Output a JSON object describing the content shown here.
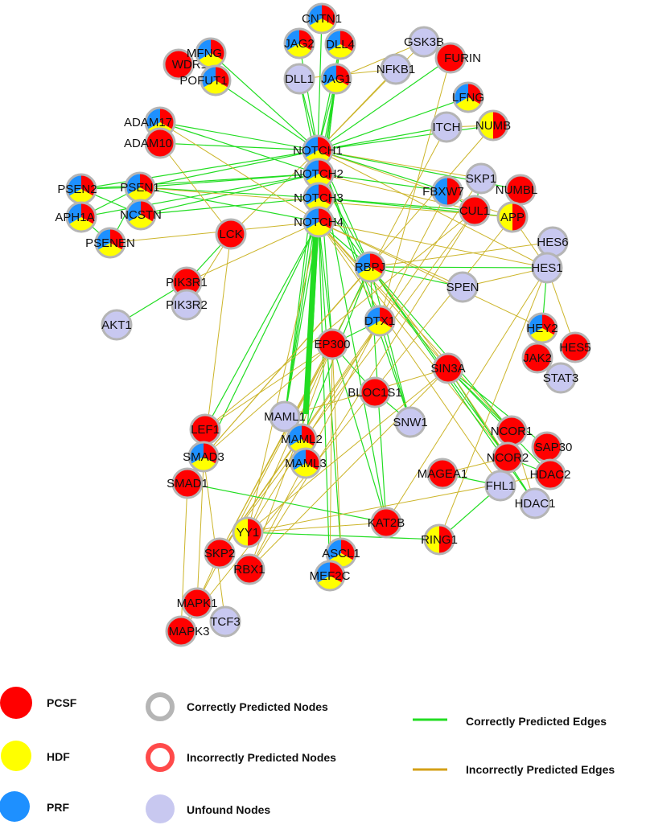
{
  "colors": {
    "pcsf": "#ff0000",
    "hdf": "#ffff00",
    "prf": "#1e90ff",
    "unfound_fill": "#c8c8f0",
    "correct_ring": "#b5b5b5",
    "incorrect_ring": "#ff4a4a",
    "correct_edge": "#22dd22",
    "incorrect_edge": "#ccb52a"
  },
  "legend": {
    "pcsf": "PCSF",
    "hdf": "HDF",
    "prf": "PRF",
    "correct_nodes": "Correctly Predicted Nodes",
    "incorrect_nodes": "Incorrectly Predicted Nodes",
    "unfound_nodes": "Unfound Nodes",
    "correct_edges": "Correctly Predicted Edges",
    "incorrect_edges": "Incorrectly Predicted  Edges"
  },
  "nodes": [
    {
      "id": "CNTN1",
      "fill": [
        "pcsf",
        "hdf",
        "prf"
      ]
    },
    {
      "id": "JAG2",
      "fill": [
        "pcsf",
        "hdf",
        "prf"
      ]
    },
    {
      "id": "DLL4",
      "fill": [
        "pcsf",
        "hdf",
        "prf"
      ]
    },
    {
      "id": "GSK3B",
      "fill": [
        "unfound"
      ]
    },
    {
      "id": "FURIN",
      "fill": [
        "pcsf"
      ]
    },
    {
      "id": "WDR12",
      "fill": [
        "pcsf"
      ]
    },
    {
      "id": "MFNG",
      "fill": [
        "pcsf",
        "hdf",
        "prf"
      ]
    },
    {
      "id": "POFUT1",
      "fill": [
        "pcsf",
        "hdf",
        "prf"
      ]
    },
    {
      "id": "DLL1",
      "fill": [
        "unfound"
      ]
    },
    {
      "id": "JAG1",
      "fill": [
        "pcsf",
        "hdf",
        "prf"
      ]
    },
    {
      "id": "NFKB1",
      "fill": [
        "unfound"
      ]
    },
    {
      "id": "LFNG",
      "fill": [
        "pcsf",
        "hdf",
        "prf"
      ]
    },
    {
      "id": "ITCH",
      "fill": [
        "unfound"
      ]
    },
    {
      "id": "NUMB",
      "fill": [
        "pcsf",
        "hdf"
      ]
    },
    {
      "id": "ADAM17",
      "fill": [
        "pcsf",
        "hdf",
        "prf"
      ]
    },
    {
      "id": "ADAM10",
      "fill": [
        "pcsf"
      ]
    },
    {
      "id": "NOTCH1",
      "fill": [
        "pcsf",
        "hdf",
        "prf"
      ]
    },
    {
      "id": "NOTCH2",
      "fill": [
        "pcsf",
        "hdf",
        "prf"
      ]
    },
    {
      "id": "NOTCH3",
      "fill": [
        "pcsf",
        "hdf",
        "prf"
      ]
    },
    {
      "id": "NOTCH4",
      "fill": [
        "pcsf",
        "hdf",
        "prf"
      ]
    },
    {
      "id": "PSEN2",
      "fill": [
        "pcsf",
        "hdf",
        "prf"
      ]
    },
    {
      "id": "PSEN1",
      "fill": [
        "pcsf",
        "hdf",
        "prf"
      ]
    },
    {
      "id": "APH1A",
      "fill": [
        "pcsf",
        "hdf",
        "prf"
      ]
    },
    {
      "id": "NCSTN",
      "fill": [
        "pcsf",
        "hdf",
        "prf"
      ]
    },
    {
      "id": "PSENEN",
      "fill": [
        "pcsf",
        "hdf",
        "prf"
      ]
    },
    {
      "id": "FBXW7",
      "fill": [
        "pcsf",
        "prf"
      ]
    },
    {
      "id": "SKP1",
      "fill": [
        "unfound"
      ]
    },
    {
      "id": "NUMBL",
      "fill": [
        "pcsf"
      ]
    },
    {
      "id": "CUL1",
      "fill": [
        "pcsf"
      ]
    },
    {
      "id": "APP",
      "fill": [
        "pcsf",
        "hdf"
      ]
    },
    {
      "id": "HES6",
      "fill": [
        "unfound"
      ]
    },
    {
      "id": "HES1",
      "fill": [
        "unfound"
      ]
    },
    {
      "id": "LCK",
      "fill": [
        "pcsf"
      ]
    },
    {
      "id": "RBPJ",
      "fill": [
        "pcsf",
        "hdf",
        "prf"
      ]
    },
    {
      "id": "SPEN",
      "fill": [
        "unfound"
      ]
    },
    {
      "id": "PIK3R1",
      "fill": [
        "pcsf"
      ]
    },
    {
      "id": "PIK3R2",
      "fill": [
        "unfound"
      ]
    },
    {
      "id": "AKT1",
      "fill": [
        "unfound"
      ]
    },
    {
      "id": "DTX1",
      "fill": [
        "pcsf",
        "hdf",
        "prf"
      ]
    },
    {
      "id": "HEY2",
      "fill": [
        "pcsf",
        "hdf",
        "prf"
      ]
    },
    {
      "id": "HES5",
      "fill": [
        "pcsf"
      ]
    },
    {
      "id": "EP300",
      "fill": [
        "pcsf"
      ]
    },
    {
      "id": "SIN3A",
      "fill": [
        "pcsf"
      ]
    },
    {
      "id": "JAK2",
      "fill": [
        "pcsf"
      ]
    },
    {
      "id": "STAT3",
      "fill": [
        "unfound"
      ]
    },
    {
      "id": "BLOC1S1",
      "fill": [
        "pcsf"
      ]
    },
    {
      "id": "MAML1",
      "fill": [
        "unfound"
      ]
    },
    {
      "id": "SNW1",
      "fill": [
        "unfound"
      ]
    },
    {
      "id": "LEF1",
      "fill": [
        "pcsf"
      ]
    },
    {
      "id": "MAML2",
      "fill": [
        "pcsf",
        "hdf",
        "prf"
      ]
    },
    {
      "id": "NCOR1",
      "fill": [
        "pcsf"
      ]
    },
    {
      "id": "SAP30",
      "fill": [
        "pcsf"
      ]
    },
    {
      "id": "SMAD3",
      "fill": [
        "pcsf",
        "hdf",
        "prf"
      ]
    },
    {
      "id": "MAML3",
      "fill": [
        "pcsf",
        "hdf",
        "prf"
      ]
    },
    {
      "id": "NCOR2",
      "fill": [
        "pcsf"
      ]
    },
    {
      "id": "HDAC2",
      "fill": [
        "pcsf"
      ]
    },
    {
      "id": "SMAD1",
      "fill": [
        "pcsf"
      ]
    },
    {
      "id": "MAGEA1",
      "fill": [
        "pcsf"
      ]
    },
    {
      "id": "FHL1",
      "fill": [
        "unfound"
      ]
    },
    {
      "id": "HDAC1",
      "fill": [
        "unfound"
      ]
    },
    {
      "id": "KAT2B",
      "fill": [
        "pcsf"
      ]
    },
    {
      "id": "YY1",
      "fill": [
        "pcsf",
        "hdf"
      ]
    },
    {
      "id": "RING1",
      "fill": [
        "pcsf",
        "hdf"
      ]
    },
    {
      "id": "SKP2",
      "fill": [
        "pcsf"
      ]
    },
    {
      "id": "ASCL1",
      "fill": [
        "pcsf",
        "hdf",
        "prf"
      ]
    },
    {
      "id": "RBX1",
      "fill": [
        "pcsf"
      ]
    },
    {
      "id": "MEF2C",
      "fill": [
        "pcsf",
        "hdf",
        "prf"
      ]
    },
    {
      "id": "MAPK1",
      "fill": [
        "pcsf"
      ]
    },
    {
      "id": "MAPK3",
      "fill": [
        "pcsf"
      ]
    },
    {
      "id": "TCF3",
      "fill": [
        "unfound"
      ]
    }
  ],
  "edges": [
    [
      "NOTCH1",
      "CNTN1",
      "correct"
    ],
    [
      "NOTCH1",
      "JAG2",
      "correct"
    ],
    [
      "NOTCH1",
      "DLL4",
      "correct"
    ],
    [
      "NOTCH1",
      "JAG1",
      "correct"
    ],
    [
      "NOTCH1",
      "DLL1",
      "correct"
    ],
    [
      "NOTCH1",
      "MFNG",
      "correct"
    ],
    [
      "NOTCH1",
      "POFUT1",
      "correct"
    ],
    [
      "NOTCH1",
      "LFNG",
      "correct"
    ],
    [
      "NOTCH1",
      "NUMB",
      "correct"
    ],
    [
      "NOTCH1",
      "ITCH",
      "correct"
    ],
    [
      "NOTCH1",
      "ADAM17",
      "correct"
    ],
    [
      "NOTCH1",
      "ADAM10",
      "correct"
    ],
    [
      "NOTCH1",
      "PSEN1",
      "correct"
    ],
    [
      "NOTCH1",
      "PSEN2",
      "correct"
    ],
    [
      "NOTCH1",
      "FBXW7",
      "correct"
    ],
    [
      "NOTCH1",
      "RBPJ",
      "correct"
    ],
    [
      "NOTCH1",
      "DTX1",
      "correct"
    ],
    [
      "NOTCH1",
      "MAML1",
      "correct"
    ],
    [
      "NOTCH1",
      "GSK3B",
      "incorrect"
    ],
    [
      "NOTCH1",
      "NFKB1",
      "incorrect"
    ],
    [
      "NOTCH1",
      "FURIN",
      "correct"
    ],
    [
      "NOTCH1",
      "SKP1",
      "incorrect"
    ],
    [
      "NOTCH1",
      "NUMBL",
      "correct"
    ],
    [
      "NOTCH1",
      "APP",
      "incorrect"
    ],
    [
      "NOTCH1",
      "HES1",
      "incorrect"
    ],
    [
      "NOTCH1",
      "LCK",
      "incorrect"
    ],
    [
      "NOTCH1",
      "EP300",
      "correct"
    ],
    [
      "NOTCH1",
      "SNW1",
      "correct"
    ],
    [
      "NOTCH1",
      "KAT2B",
      "correct"
    ],
    [
      "NOTCH2",
      "JAG1",
      "correct"
    ],
    [
      "NOTCH2",
      "DLL1",
      "correct"
    ],
    [
      "NOTCH2",
      "PSEN1",
      "correct"
    ],
    [
      "NOTCH2",
      "PSEN2",
      "correct"
    ],
    [
      "NOTCH2",
      "RBPJ",
      "correct"
    ],
    [
      "NOTCH2",
      "MAML1",
      "correct"
    ],
    [
      "NOTCH2",
      "FBXW7",
      "correct"
    ],
    [
      "NOTCH2",
      "CUL1",
      "incorrect"
    ],
    [
      "NOTCH2",
      "APH1A",
      "correct"
    ],
    [
      "NOTCH2",
      "NCSTN",
      "correct"
    ],
    [
      "NOTCH2",
      "ADAM17",
      "correct"
    ],
    [
      "NOTCH3",
      "JAG1",
      "correct"
    ],
    [
      "NOTCH3",
      "DLL4",
      "correct"
    ],
    [
      "NOTCH3",
      "PSEN1",
      "correct"
    ],
    [
      "NOTCH3",
      "NCSTN",
      "correct"
    ],
    [
      "NOTCH3",
      "RBPJ",
      "correct"
    ],
    [
      "NOTCH3",
      "MAML1",
      "correct"
    ],
    [
      "NOTCH3",
      "APP",
      "correct"
    ],
    [
      "NOTCH3",
      "CUL1",
      "correct"
    ],
    [
      "NOTCH4",
      "JAG1",
      "correct"
    ],
    [
      "NOTCH4",
      "DLL4",
      "correct"
    ],
    [
      "NOTCH4",
      "PSEN1",
      "correct"
    ],
    [
      "NOTCH4",
      "RBPJ",
      "correct"
    ],
    [
      "NOTCH4",
      "MAML1",
      "correct"
    ],
    [
      "NOTCH4",
      "MAML2",
      "correct"
    ],
    [
      "NOTCH4",
      "MAML3",
      "correct"
    ],
    [
      "NOTCH4",
      "EP300",
      "correct"
    ],
    [
      "NOTCH4",
      "MEF2C",
      "correct"
    ],
    [
      "NOTCH4",
      "ASCL1",
      "correct"
    ],
    [
      "NOTCH4",
      "HES1",
      "incorrect"
    ],
    [
      "NOTCH4",
      "HEY2",
      "incorrect"
    ],
    [
      "NOTCH4",
      "SPEN",
      "incorrect"
    ],
    [
      "NOTCH4",
      "SMAD3",
      "correct"
    ],
    [
      "NOTCH4",
      "LEF1",
      "correct"
    ],
    [
      "NOTCH4",
      "YY1",
      "incorrect"
    ],
    [
      "NOTCH4",
      "SIN3A",
      "incorrect"
    ],
    [
      "NOTCH4",
      "NCOR1",
      "incorrect"
    ],
    [
      "NOTCH4",
      "NCOR2",
      "incorrect"
    ],
    [
      "NOTCH4",
      "FHL1",
      "incorrect"
    ],
    [
      "PSEN1",
      "PSEN2",
      "correct"
    ],
    [
      "PSEN1",
      "APH1A",
      "correct"
    ],
    [
      "PSEN1",
      "NCSTN",
      "correct"
    ],
    [
      "PSEN1",
      "PSENEN",
      "correct"
    ],
    [
      "PSEN2",
      "NCSTN",
      "correct"
    ],
    [
      "APH1A",
      "PSENEN",
      "correct"
    ],
    [
      "PSEN1",
      "APP",
      "incorrect"
    ],
    [
      "LCK",
      "PIK3R1",
      "correct"
    ],
    [
      "PIK3R1",
      "AKT1",
      "correct"
    ],
    [
      "PIK3R2",
      "LCK",
      "incorrect"
    ],
    [
      "LCK",
      "SMAD3",
      "incorrect"
    ],
    [
      "RBPJ",
      "SPEN",
      "correct"
    ],
    [
      "RBPJ",
      "SNW1",
      "correct"
    ],
    [
      "RBPJ",
      "EP300",
      "correct"
    ],
    [
      "RBPJ",
      "MAML2",
      "correct"
    ],
    [
      "RBPJ",
      "NCOR1",
      "correct"
    ],
    [
      "RBPJ",
      "NCOR2",
      "correct"
    ],
    [
      "RBPJ",
      "HES1",
      "correct"
    ],
    [
      "RBPJ",
      "KAT2B",
      "correct"
    ],
    [
      "RBPJ",
      "SIN3A",
      "incorrect"
    ],
    [
      "RBPJ",
      "HDAC1",
      "correct"
    ],
    [
      "RBPJ",
      "SMAD3",
      "incorrect"
    ],
    [
      "RBPJ",
      "HES6",
      "incorrect"
    ],
    [
      "HES1",
      "HEY2",
      "correct"
    ],
    [
      "HEY2",
      "JAK2",
      "correct"
    ],
    [
      "JAK2",
      "STAT3",
      "correct"
    ],
    [
      "HES1",
      "HES6",
      "incorrect"
    ],
    [
      "HES1",
      "HES5",
      "incorrect"
    ],
    [
      "SIN3A",
      "SAP30",
      "correct"
    ],
    [
      "SIN3A",
      "HDAC2",
      "correct"
    ],
    [
      "SIN3A",
      "HDAC1",
      "correct"
    ],
    [
      "SIN3A",
      "NCOR1",
      "correct"
    ],
    [
      "SIN3A",
      "NCOR2",
      "incorrect"
    ],
    [
      "NCOR2",
      "HDAC2",
      "correct"
    ],
    [
      "FHL1",
      "RING1",
      "correct"
    ],
    [
      "FHL1",
      "MAGEA1",
      "correct"
    ],
    [
      "HDAC1",
      "NCOR1",
      "incorrect"
    ],
    [
      "EP300",
      "SMAD3",
      "incorrect"
    ],
    [
      "EP300",
      "KAT2B",
      "correct"
    ],
    [
      "EP300",
      "YY1",
      "incorrect"
    ],
    [
      "EP300",
      "BLOC1S1",
      "correct"
    ],
    [
      "EP300",
      "MAPK1",
      "incorrect"
    ],
    [
      "EP300",
      "SKP2",
      "incorrect"
    ],
    [
      "EP300",
      "RBX1",
      "incorrect"
    ],
    [
      "EP300",
      "LEF1",
      "incorrect"
    ],
    [
      "DTX1",
      "EP300",
      "correct"
    ],
    [
      "DTX1",
      "SNW1",
      "correct"
    ],
    [
      "DTX1",
      "YY1",
      "incorrect"
    ],
    [
      "DTX1",
      "SKP2",
      "incorrect"
    ],
    [
      "SKP2",
      "SKP1",
      "incorrect"
    ],
    [
      "SKP2",
      "CUL1",
      "incorrect"
    ],
    [
      "RBX1",
      "CUL1",
      "incorrect"
    ],
    [
      "RBX1",
      "FBXW7",
      "incorrect"
    ],
    [
      "SKP2",
      "MAPK1",
      "incorrect"
    ],
    [
      "MAPK1",
      "MAPK3",
      "incorrect"
    ],
    [
      "MAPK3",
      "SMAD1",
      "incorrect"
    ],
    [
      "MAPK1",
      "LEF1",
      "incorrect"
    ],
    [
      "TCF3",
      "SMAD3",
      "incorrect"
    ],
    [
      "SMAD3",
      "SMAD1",
      "incorrect"
    ],
    [
      "SMAD1",
      "KAT2B",
      "correct"
    ],
    [
      "YY1",
      "RING1",
      "correct"
    ],
    [
      "YY1",
      "KAT2B",
      "incorrect"
    ],
    [
      "YY1",
      "HDAC2",
      "incorrect"
    ],
    [
      "YY1",
      "SIN3A",
      "incorrect"
    ],
    [
      "RBX1",
      "SIN3A",
      "incorrect"
    ],
    [
      "MEF2C",
      "EP300",
      "incorrect"
    ],
    [
      "ASCL1",
      "EP300",
      "incorrect"
    ],
    [
      "BLOC1S1",
      "SNW1",
      "correct"
    ],
    [
      "MAGEA1",
      "NCOR2",
      "incorrect"
    ],
    [
      "RING1",
      "HES1",
      "incorrect"
    ],
    [
      "MAPK3",
      "APP",
      "incorrect"
    ],
    [
      "LEF1",
      "CUL1",
      "incorrect"
    ],
    [
      "SMAD3",
      "NUMB",
      "incorrect"
    ],
    [
      "HES1",
      "APP",
      "incorrect"
    ],
    [
      "DTX1",
      "FURIN",
      "incorrect"
    ],
    [
      "KAT2B",
      "HES1",
      "incorrect"
    ],
    [
      "MAML1",
      "SIN3A",
      "incorrect"
    ],
    [
      "SKP2",
      "ITCH",
      "incorrect"
    ],
    [
      "JAG1",
      "GSK3B",
      "incorrect"
    ],
    [
      "DLL1",
      "NFKB1",
      "incorrect"
    ],
    [
      "ADAM10",
      "LCK",
      "incorrect"
    ],
    [
      "ADAM17",
      "NOTCH4",
      "incorrect"
    ],
    [
      "PSENEN",
      "NOTCH4",
      "incorrect"
    ],
    [
      "PIK3R1",
      "NOTCH4",
      "incorrect"
    ],
    [
      "CUL1",
      "SKP1",
      "correct"
    ],
    [
      "FBXW7",
      "CUL1",
      "correct"
    ],
    [
      "NUMB",
      "ITCH",
      "incorrect"
    ],
    [
      "NUMBL",
      "APP",
      "incorrect"
    ],
    [
      "SPEN",
      "HES1",
      "incorrect"
    ]
  ]
}
